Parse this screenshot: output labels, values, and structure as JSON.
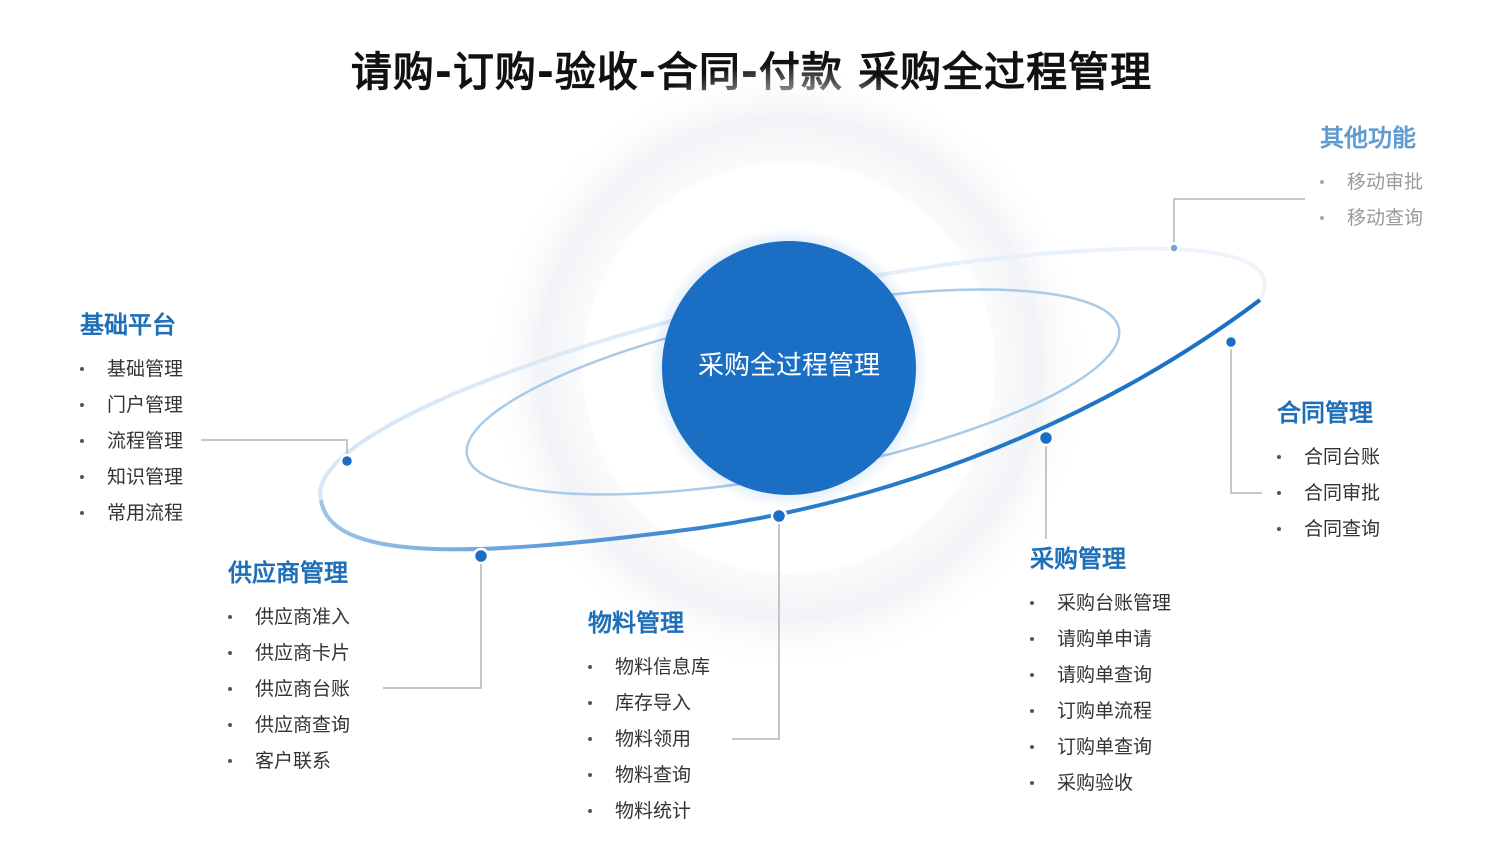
{
  "title": "请购-订购-验收-合同-付款  采购全过程管理",
  "center": {
    "label": "采购全过程管理"
  },
  "colors": {
    "primary": "#1a6fc4",
    "title_blue": "#1f6fb8",
    "muted_blue": "#5f9ccf",
    "connector": "#b4b4b4"
  },
  "groups": {
    "jichu": {
      "title": "基础平台",
      "items": [
        "基础管理",
        "门户管理",
        "流程管理",
        "知识管理",
        "常用流程"
      ]
    },
    "gongying": {
      "title": "供应商管理",
      "items": [
        "供应商准入",
        "供应商卡片",
        "供应商台账",
        "供应商查询",
        "客户联系"
      ]
    },
    "wuliao": {
      "title": "物料管理",
      "items": [
        "物料信息库",
        "库存导入",
        "物料领用",
        "物料查询",
        "物料统计"
      ]
    },
    "caigou": {
      "title": "采购管理",
      "items": [
        "采购台账管理",
        "请购单申请",
        "请购单查询",
        "订购单流程",
        "订购单查询",
        "采购验收"
      ]
    },
    "hetong": {
      "title": "合同管理",
      "items": [
        "合同台账",
        "合同审批",
        "合同查询"
      ]
    },
    "qita": {
      "title": "其他功能",
      "items": [
        "移动审批",
        "移动查询"
      ]
    }
  }
}
